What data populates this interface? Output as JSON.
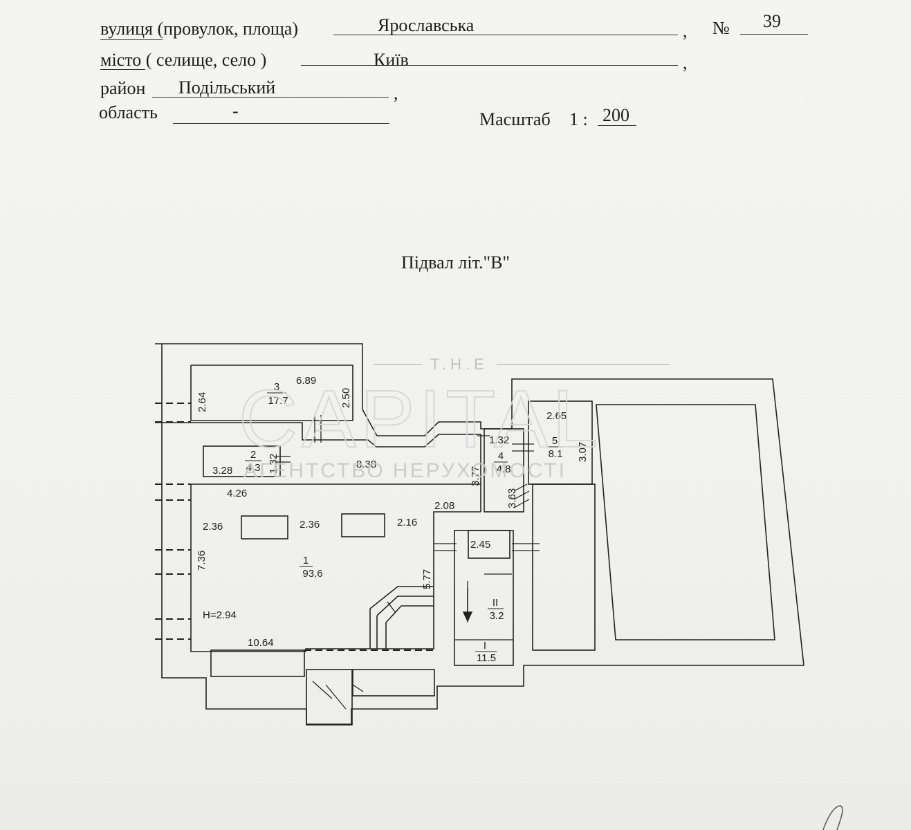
{
  "header": {
    "street_label": "вулиця (провулок, площа)",
    "street_value": "Ярославська",
    "comma": ",",
    "number_label": "№",
    "number_value": "39",
    "city_label": "місто ( селище, село )",
    "city_value": "Київ",
    "district_label": "район",
    "district_value": "Подільський",
    "region_label": "область",
    "region_value": "-",
    "scale_label": "Масштаб",
    "scale_ratio": "1 :",
    "scale_value": "200"
  },
  "plan": {
    "title": "Підвал літ.\"В\"",
    "rooms": [
      {
        "number": "1",
        "area": "93.6"
      },
      {
        "number": "2",
        "area": "4.3"
      },
      {
        "number": "3",
        "area": "17.7"
      },
      {
        "number": "4",
        "area": "4.8"
      },
      {
        "number": "5",
        "area": "8.1"
      },
      {
        "number": "II",
        "area": "3.2"
      },
      {
        "number": "I",
        "area": "11.5"
      }
    ],
    "dimensions": {
      "d_6_89": "6.89",
      "d_2_64": "2.64",
      "d_2_50": "2.50",
      "d_3_28": "3.28",
      "d_1_32a": "1.32",
      "d_8_38": "8.38",
      "d_4_26": "4.26",
      "d_2_36a": "2.36",
      "d_2_36b": "2.36",
      "d_2_16": "2.16",
      "d_7_36": "7.36",
      "d_3_77": "3.77",
      "d_1_32b": "1.32",
      "d_3_63": "3.63",
      "d_2_08": "2.08",
      "d_2_65": "2.65",
      "d_3_07": "3.07",
      "d_2_45": "2.45",
      "d_5_77": "5.77",
      "d_10_64": "10.64",
      "height": "H=2.94"
    }
  },
  "watermark": {
    "top": "T.H.E",
    "brand": "CAPITAL",
    "sub": "АГЕНТСТВО НЕРУХОМОСТІ"
  }
}
